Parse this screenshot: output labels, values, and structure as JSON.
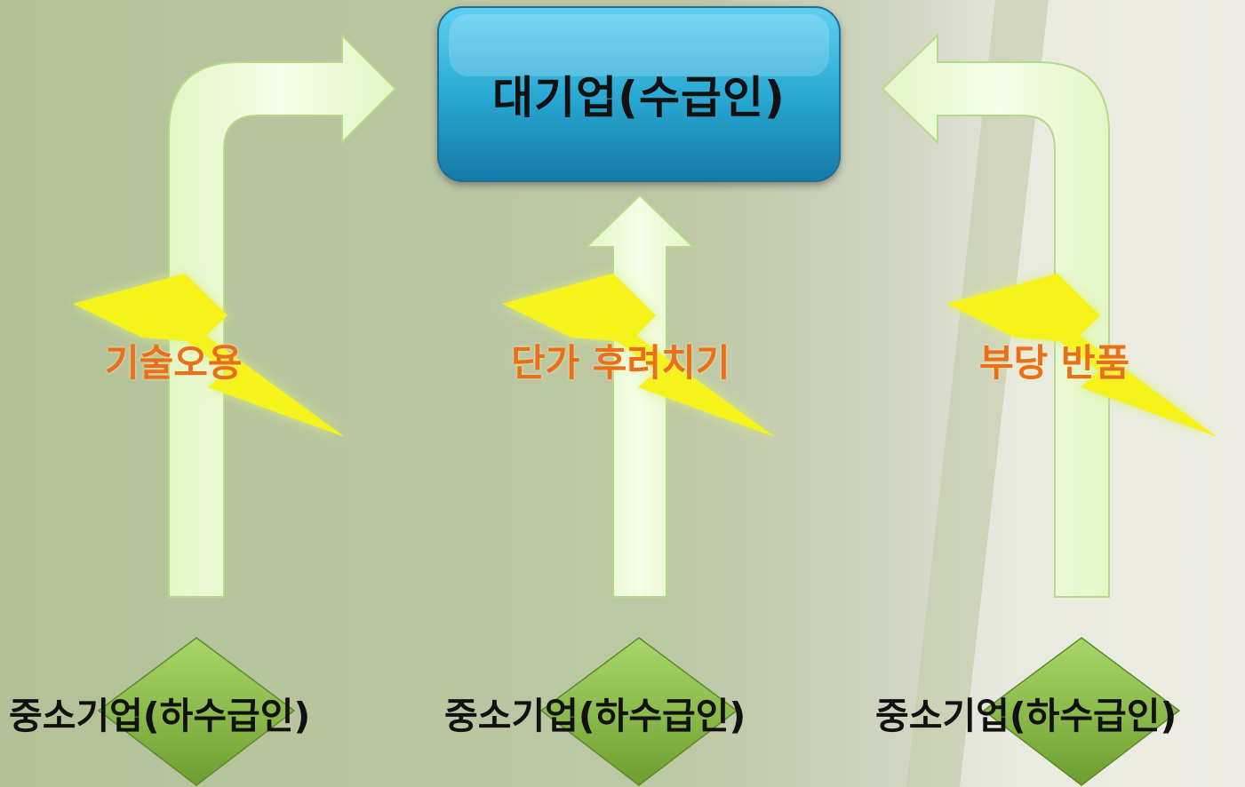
{
  "top_node": {
    "label": "대기업(수급인)"
  },
  "issues": [
    {
      "label": "기술오용"
    },
    {
      "label": "단가 후려치기"
    },
    {
      "label": "부당 반품"
    }
  ],
  "bottom_nodes": [
    {
      "label": "중소기업(하수급인)"
    },
    {
      "label": "중소기업(하수급인)"
    },
    {
      "label": "중소기업(하수급인)"
    }
  ],
  "colors": {
    "background": "#b9c69e",
    "background_light": "#e4e6d8",
    "top_box": "#2aa9d4",
    "arrow_fill": "#eefadc",
    "arrow_stroke": "#b6d98a",
    "lightning": "#f6f21a",
    "diamond": "#8fbf4a",
    "issue_text": "#e8701c"
  }
}
